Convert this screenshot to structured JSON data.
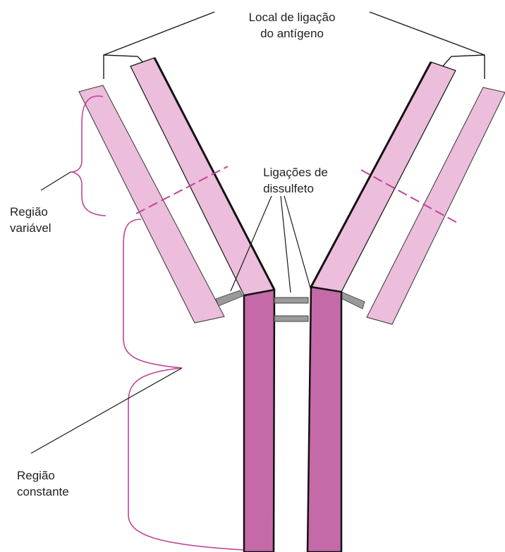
{
  "labels": {
    "binding_site_line1": "Local de ligação",
    "binding_site_line2": "do antígeno",
    "disulfide_line1": "Ligações de",
    "disulfide_line2": "dissulfeto",
    "variable_line1": "Região",
    "variable_line2": "variável",
    "constant_line1": "Região",
    "constant_line2": "constante"
  },
  "colors": {
    "light_chain": "#ecbedb",
    "heavy_chain": "#c46aa8",
    "bracket": "#c0449a",
    "outline": "#111111",
    "disulfide_bond": "#9a9a9a"
  }
}
